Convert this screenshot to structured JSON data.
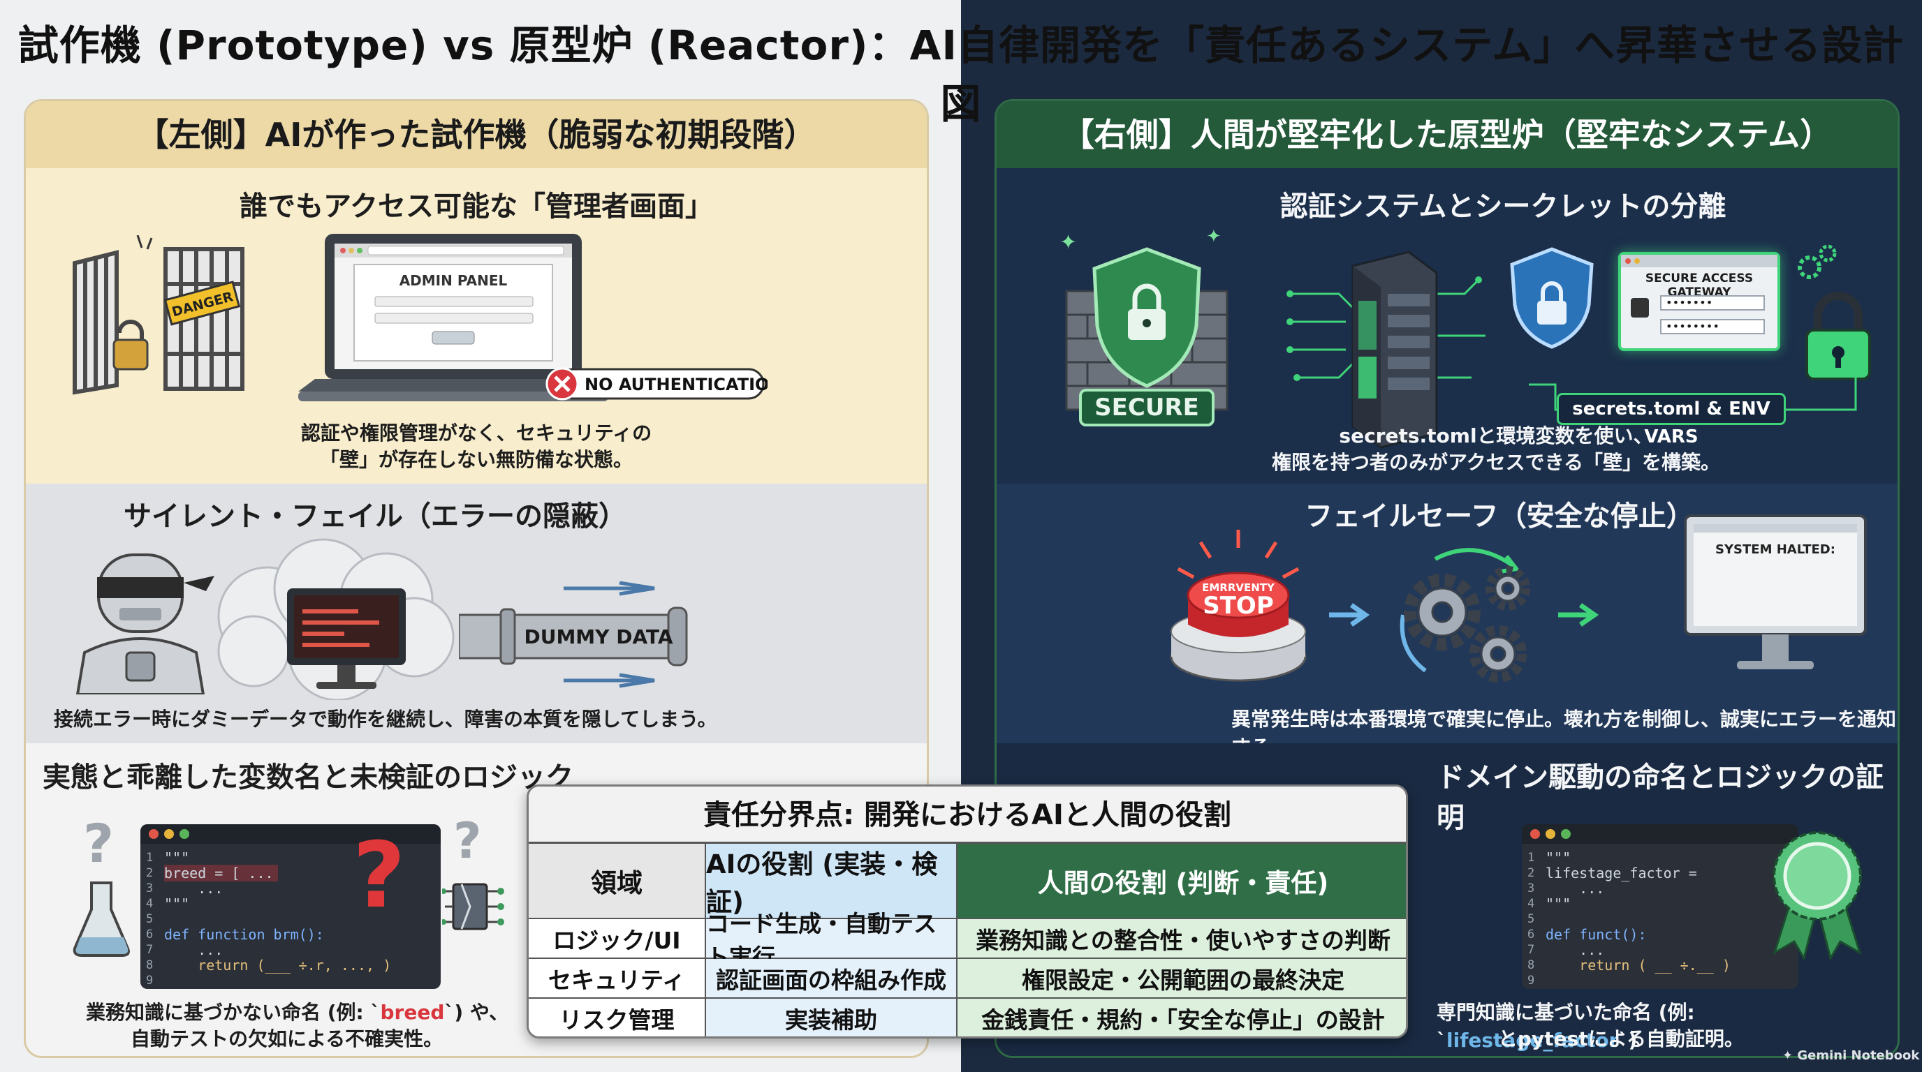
{
  "title": "試作機 (Prototype) vs 原型炉 (Reactor)：AI自律開発を「責任あるシステム」へ昇華させる設計図",
  "left": {
    "header": "【左側】AIが作った試作機（脆弱な初期段階）",
    "sec1": {
      "title": "誰でもアクセス可能な「管理者画面」",
      "sign": "DANGER",
      "panel_label": "ADMIN PANEL",
      "badge": "NO AUTHENTICATION",
      "caption1": "認証や権限管理がなく、セキュリティの",
      "caption2": "「壁」が存在しない無防備な状態。"
    },
    "sec2": {
      "title": "サイレント・フェイル（エラーの隠蔽）",
      "pipe_label": "DUMMY DATA",
      "caption": "接続エラー時にダミーデータで動作を継続し、障害の本質を隠してしまう。"
    },
    "sec3": {
      "title": "実態と乖離した変数名と未検証のロジック",
      "code": [
        "\"\"\"",
        "breed = [ ...",
        "    ...",
        "\"\"\"",
        "",
        "def function brm():",
        "    ...",
        "    return (___ ÷.r, ..., )",
        ""
      ],
      "caption_pre": "業務知識に基づかない命名 (例: `",
      "caption_var": "breed",
      "caption_post": "`) や、",
      "caption2": "自動テストの欠如による不確実性。"
    }
  },
  "right": {
    "header": "【右側】人間が堅牢化した原型炉（堅牢なシステム）",
    "sec1": {
      "title": "認証システムとシークレットの分離",
      "secure_label": "SECURE",
      "gateway_label": "SECURE ACCESS GATEWAY",
      "secrets_label": "secrets.toml & ENV VARS",
      "caption1": "secrets.tomlと環境変数を使い、",
      "caption2": "権限を持つ者のみがアクセスできる「壁」を構築。"
    },
    "sec2": {
      "title": "フェイルセーフ（安全な停止）",
      "button_small": "EMRRVENTY",
      "button_big": "STOP",
      "monitor_text": "SYSTEM HALTED:",
      "caption": "異常発生時は本番環境で確実に停止。壊れ方を制御し、誠実にエラーを通知する。"
    },
    "sec3": {
      "title": "ドメイン駆動の命名とロジックの証明",
      "code": [
        "\"\"\"",
        "lifestage_factor =",
        "    ...",
        "\"\"\"",
        "",
        "def funct():",
        "    ...",
        "    return ( __ ÷.__ )",
        ""
      ],
      "caption_pre": "専門知識に基づいた命名 (例: `",
      "caption_var": "lifestage_factor",
      "caption_post": "`)",
      "caption2": "とpytestによる自動証明。"
    }
  },
  "table": {
    "title": "責任分界点: 開発におけるAIと人間の役割",
    "headers": [
      "領域",
      "AIの役割 (実装・検証)",
      "人間の役割 (判断・責任)"
    ],
    "rows": [
      [
        "ロジック/UI",
        "コード生成・自動テスト実行",
        "業務知識との整合性・使いやすさの判断"
      ],
      [
        "セキュリティ",
        "認証画面の枠組み作成",
        "権限設定・公開範囲の最終決定"
      ],
      [
        "リスク管理",
        "実装補助",
        "金銭責任・規約・「安全な停止」の設計"
      ]
    ]
  },
  "watermark": "Gemini Notebook",
  "colors": {
    "left_bg": "#f7f1df",
    "right_bg": "#1a2b44",
    "accent_green": "#2e8b57",
    "danger_red": "#d9363e",
    "ai_blue": "#cfe6f7",
    "human_green": "#d9efd9"
  },
  "icons": [
    "broken-gate-icon",
    "padlock-icon",
    "laptop-icon",
    "error-x-icon",
    "robot-icon",
    "smoke-cloud-icon",
    "pipe-icon",
    "question-mark-icon",
    "flask-icon",
    "circuit-chip-icon",
    "shield-icon",
    "server-icon",
    "gear-icon",
    "stop-button-icon",
    "monitor-icon",
    "award-ribbon-icon"
  ]
}
